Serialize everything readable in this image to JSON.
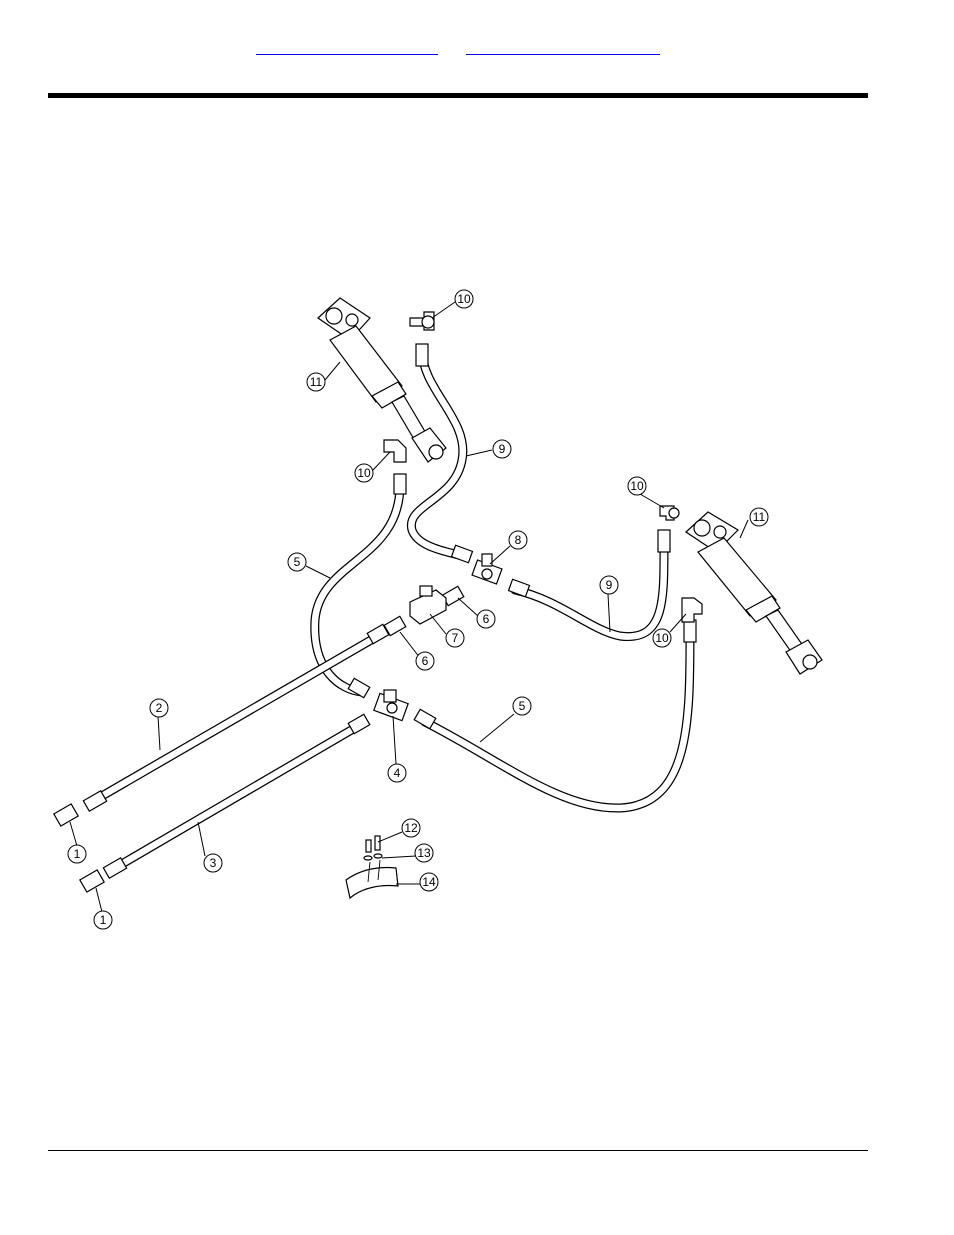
{
  "header": {
    "links": [
      {
        "label": ""
      },
      {
        "label": ""
      }
    ]
  },
  "callouts": [
    {
      "label": "10"
    },
    {
      "label": "11"
    },
    {
      "label": "10"
    },
    {
      "label": "9"
    },
    {
      "label": "10"
    },
    {
      "label": "11"
    },
    {
      "label": "8"
    },
    {
      "label": "5"
    },
    {
      "label": "6"
    },
    {
      "label": "7"
    },
    {
      "label": "6"
    },
    {
      "label": "9"
    },
    {
      "label": "10"
    },
    {
      "label": "2"
    },
    {
      "label": "4"
    },
    {
      "label": "5"
    },
    {
      "label": "1"
    },
    {
      "label": "3"
    },
    {
      "label": "1"
    },
    {
      "label": "12"
    },
    {
      "label": "13"
    },
    {
      "label": "14"
    }
  ]
}
